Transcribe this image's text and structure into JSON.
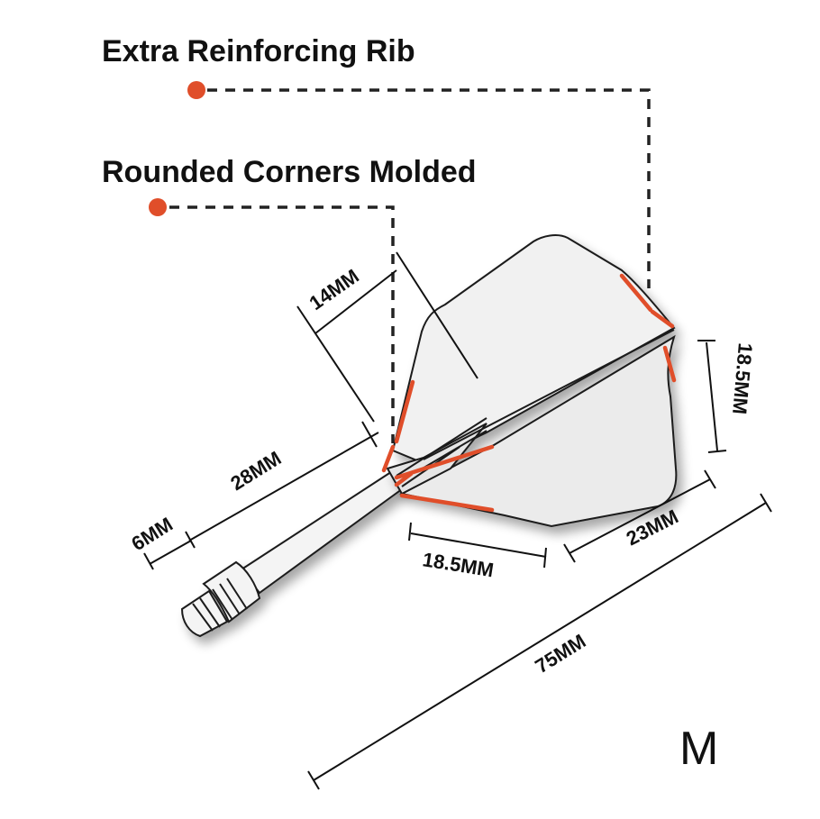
{
  "callouts": {
    "rib": {
      "label": "Extra Reinforcing Rib",
      "color": "#e04e2a"
    },
    "corners": {
      "label": "Rounded Corners Molded",
      "color": "#e04e2a"
    }
  },
  "dimensions": {
    "stem_width": "6MM",
    "stem_length": "28MM",
    "flight_top": "14MM",
    "flight_base": "18.5MM",
    "flight_tail": "23MM",
    "flight_height": "18.5MM",
    "total_length": "75MM"
  },
  "size": "M",
  "colors": {
    "accent": "#e04e2a",
    "outline": "#1a1a1a",
    "body": "#f1f1f1"
  }
}
